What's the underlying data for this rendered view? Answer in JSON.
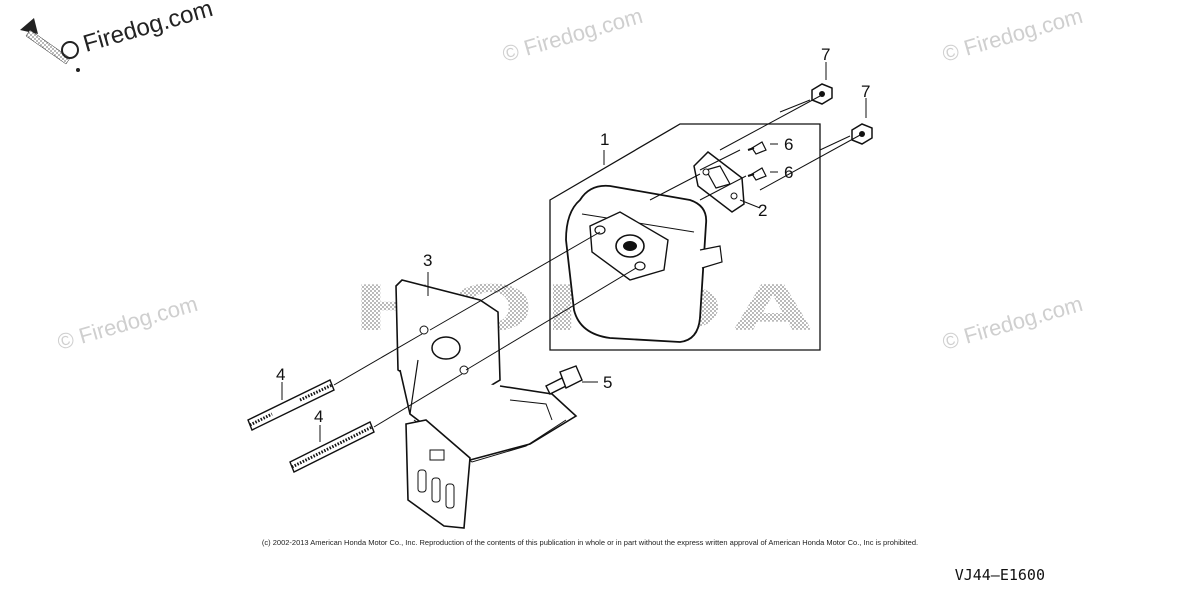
{
  "watermark": {
    "brand": "Firedog.com",
    "text": "© Firedog.com",
    "logo_text": "HONDA"
  },
  "callouts": {
    "muffler": "1",
    "gasket": "2",
    "protector": "3",
    "stud_bolt_upper": "4",
    "stud_bolt_lower": "4",
    "flange_bolt": "5",
    "screw_upper": "6",
    "screw_lower": "6",
    "nut_left": "7",
    "nut_right": "7"
  },
  "copyright": "(c) 2002-2013 American Honda Motor Co., Inc. Reproduction of the contents of this publication in whole or in part without the express written approval of American Honda Motor Co., Inc is prohibited.",
  "diagram_code": "VJ44—E1600",
  "icons": {
    "back_arrow": "back-arrow-icon"
  },
  "colors": {
    "line": "#111111",
    "watermark": "#cfcfcf",
    "halftone": "#9a9a9a"
  }
}
